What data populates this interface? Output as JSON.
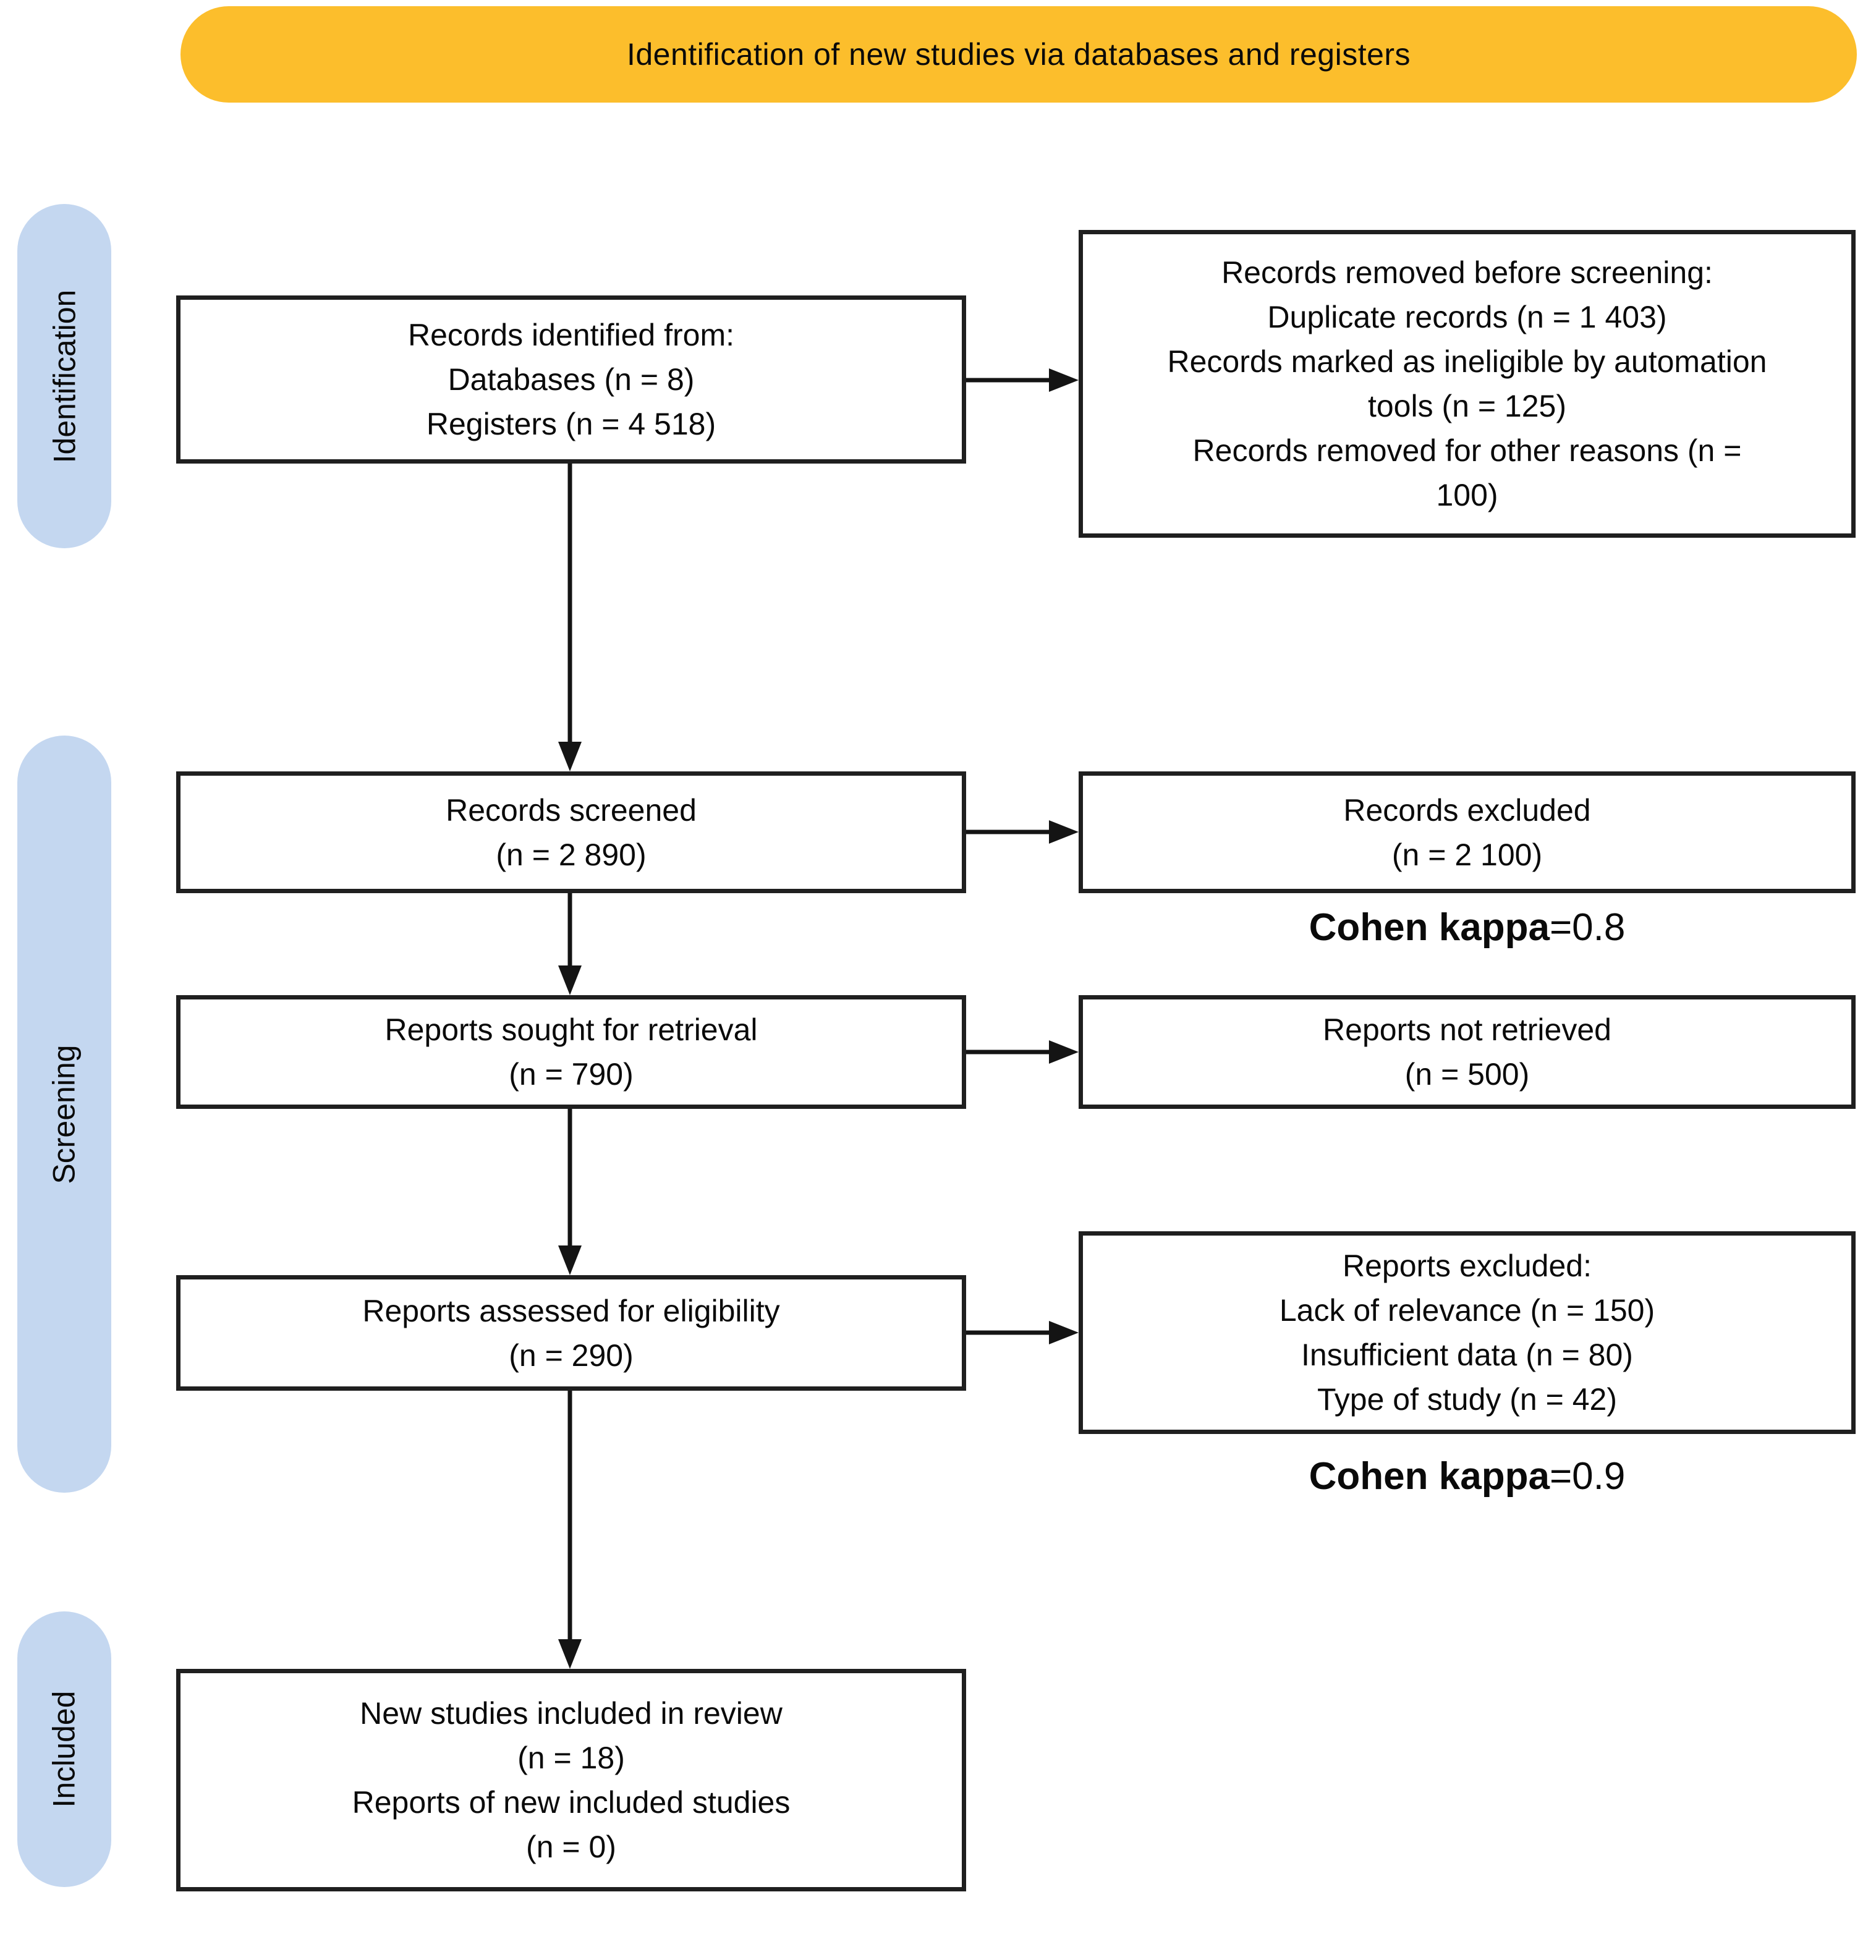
{
  "banner": {
    "label": "Identification of new studies via databases and registers"
  },
  "sidebar": {
    "stages": [
      {
        "label": "Identification"
      },
      {
        "label": "Screening"
      },
      {
        "label": "Included"
      }
    ]
  },
  "colors": {
    "banner_bg": "#FCBE2C",
    "stage_pill_bg": "#C4D7F0",
    "box_border": "#1F1F1F",
    "arrow": "#141414",
    "text": "#0A0A0A"
  },
  "boxes": {
    "records_identified": {
      "lines": [
        "Records identified from:",
        "Databases (n = 8)",
        "Registers (n = 4 518)"
      ]
    },
    "records_removed": {
      "lines": [
        "Records removed before screening:",
        "Duplicate records (n = 1 403)",
        "Records marked as ineligible by automation",
        "tools (n = 125)",
        "Records removed for other reasons (n =",
        "100)"
      ]
    },
    "records_screened": {
      "lines": [
        "Records screened",
        "(n = 2 890)"
      ]
    },
    "records_excluded": {
      "lines": [
        "Records excluded",
        "(n = 2 100)"
      ]
    },
    "reports_sought": {
      "lines": [
        "Reports sought for retrieval",
        "(n = 790)"
      ]
    },
    "reports_not_retrieved": {
      "lines": [
        "Reports not retrieved",
        "(n = 500)"
      ]
    },
    "reports_assessed": {
      "lines": [
        "Reports assessed for eligibility",
        "(n = 290)"
      ]
    },
    "reports_excluded": {
      "lines": [
        "Reports excluded:",
        "Lack of relevance (n = 150)",
        "Insufficient data (n = 80)",
        "Type of study (n = 42)"
      ]
    },
    "new_studies_included": {
      "lines": [
        "New studies included in review",
        "(n = 18)",
        "Reports of new included studies",
        "(n = 0)"
      ]
    }
  },
  "annotations": {
    "kappa_screening": {
      "label": "Cohen kappa",
      "value": "=0.8"
    },
    "kappa_eligibility": {
      "label": "Cohen kappa",
      "value": "=0.9"
    }
  }
}
